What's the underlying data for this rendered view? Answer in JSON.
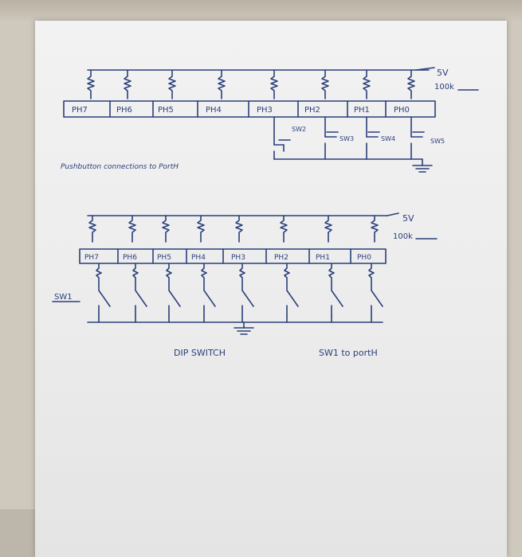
{
  "diagram1": {
    "pins": [
      "PH7",
      "PH6",
      "PH5",
      "PH4",
      "PH3",
      "PH2",
      "PH1",
      "PH0"
    ],
    "supply_label": "5V",
    "resistor_label": "100k",
    "switch_labels": [
      "SW2",
      "SW3",
      "SW4",
      "SW5"
    ],
    "caption": "Pushbutton connections to PortH"
  },
  "diagram2": {
    "pins": [
      "PH7",
      "PH6",
      "PH5",
      "PH4",
      "PH3",
      "PH2",
      "PH1",
      "PH0"
    ],
    "supply_label": "5V",
    "resistor_label": "100k",
    "switch_label": "SW1",
    "caption_left": "DIP SWITCH",
    "caption_right": "SW1 to portH"
  },
  "colors": {
    "ink": "#2a3f7a",
    "paper": "#efefef",
    "background": "#cfc8bc"
  }
}
